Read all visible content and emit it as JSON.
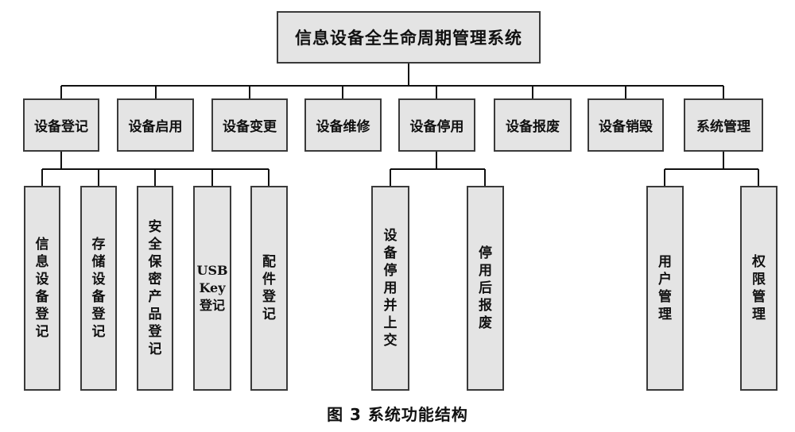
{
  "root": "信息设备全生命周期管理系统",
  "modules": [
    {
      "label": "设备登记",
      "children": [
        "信息设备登记",
        "存储设备登记",
        "安全保密产品登记",
        "USB Key登记",
        "配件登记"
      ]
    },
    {
      "label": "设备启用",
      "children": []
    },
    {
      "label": "设备变更",
      "children": []
    },
    {
      "label": "设备维修",
      "children": []
    },
    {
      "label": "设备停用",
      "children": [
        "设备停用并上交",
        "停用后报废"
      ]
    },
    {
      "label": "设备报废",
      "children": []
    },
    {
      "label": "设备销毁",
      "children": []
    },
    {
      "label": "系统管理",
      "children": [
        "用户管理",
        "权限管理"
      ]
    }
  ],
  "caption": "图 3  系统功能结构"
}
